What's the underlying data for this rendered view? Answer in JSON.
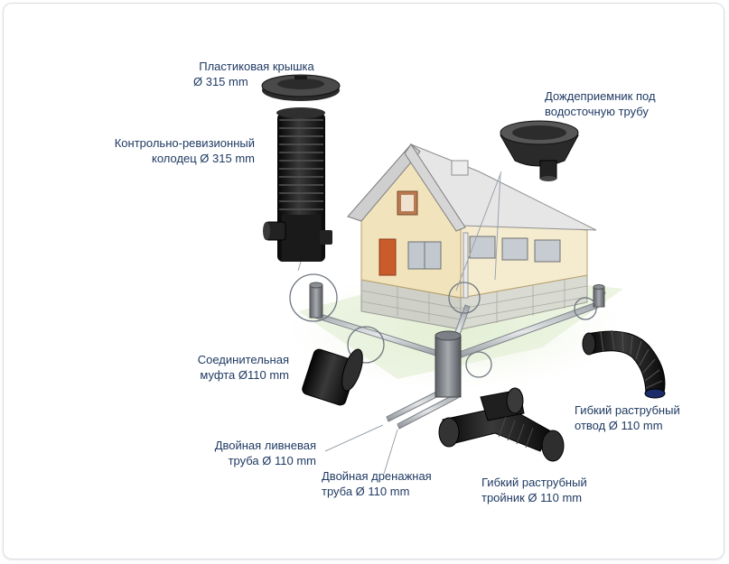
{
  "labels": {
    "plastic_cover": {
      "line1": "Пластиковая крышка",
      "line2": "Ø 315 mm"
    },
    "inspection_well": {
      "line1": "Контрольно-ревизионный",
      "line2": "колодец Ø 315 mm"
    },
    "gutter_inlet": {
      "line1": "Дождеприемник под",
      "line2": "водосточную трубу"
    },
    "coupling": {
      "line1": "Соединительная",
      "line2": "муфта Ø110 mm"
    },
    "flexible_elbow": {
      "line1": "Гибкий раструбный",
      "line2": "отвод Ø 110 mm"
    },
    "double_storm_pipe": {
      "line1": "Двойная ливневая",
      "line2": "труба Ø 110 mm"
    },
    "double_drain_pipe": {
      "line1": "Двойная дренажная",
      "line2": "труба Ø 110 mm"
    },
    "flexible_tee": {
      "line1": "Гибкий раструбный",
      "line2": "тройник Ø 110 mm"
    }
  },
  "colors": {
    "label_text": "#1f3a63",
    "pipe_black": "#1a1a1a",
    "roof": "#e9e9e9",
    "wall": "#f1e4bc",
    "brick": "#d8d8d0",
    "grass": "#dbe8c8",
    "leader_line": "#9aa3ad"
  }
}
